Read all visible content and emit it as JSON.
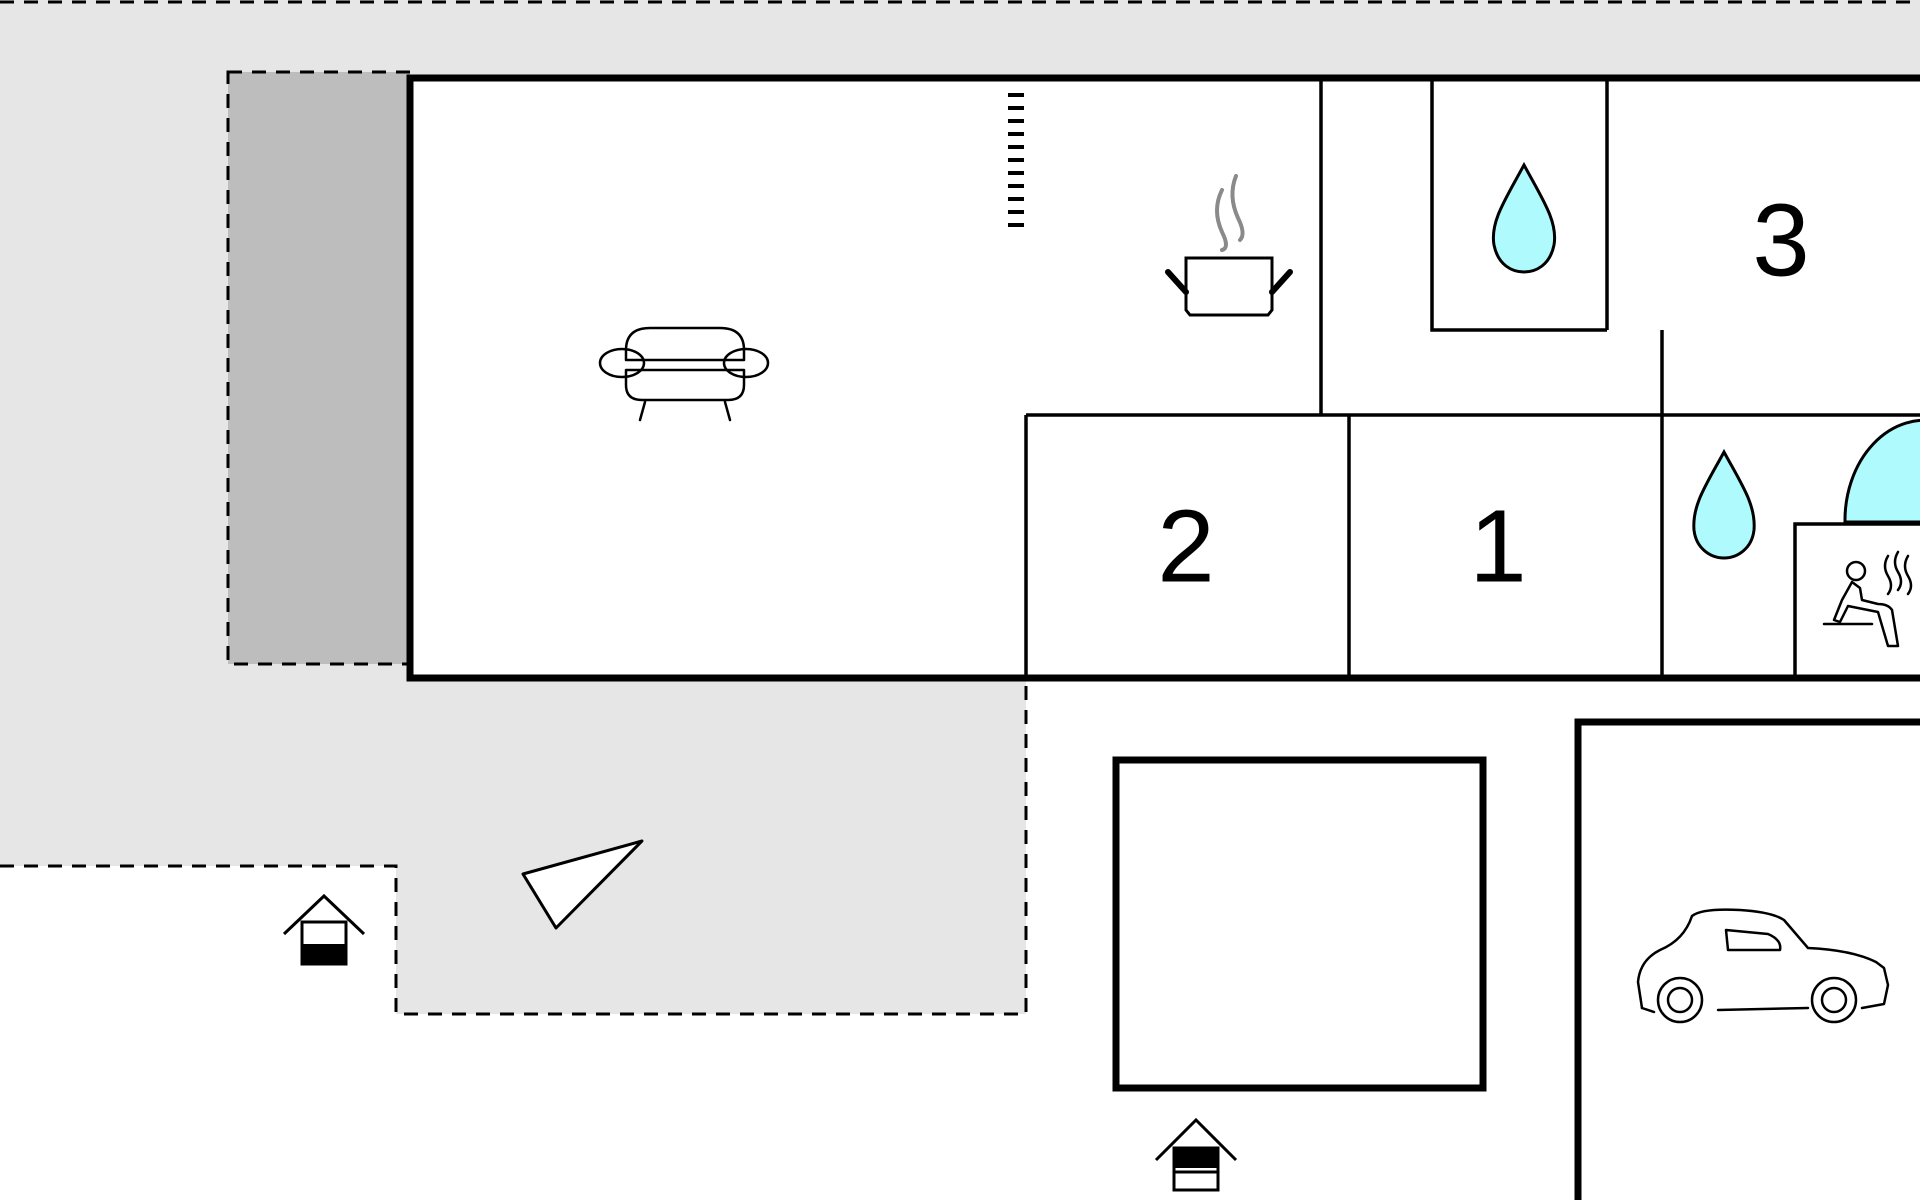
{
  "floor_plan": {
    "colors": {
      "background": "#ffffff",
      "outdoor_area": "#e6e6e6",
      "covered_terrace": "#bdbdbd",
      "wall": "#000000",
      "water_icon": "#aefafd",
      "steam": "#8a8a8a"
    },
    "rooms": [
      {
        "name": "bedroom",
        "label": "3"
      },
      {
        "name": "bedroom",
        "label": "2"
      },
      {
        "name": "bedroom",
        "label": "1"
      }
    ],
    "icons": [
      "sofa-icon",
      "cooking-pot-icon",
      "water-drop-icon",
      "sauna-icon",
      "car-icon",
      "entrance-icon",
      "north-arrow-icon",
      "staircase-icon",
      "hot-tub-icon"
    ]
  }
}
